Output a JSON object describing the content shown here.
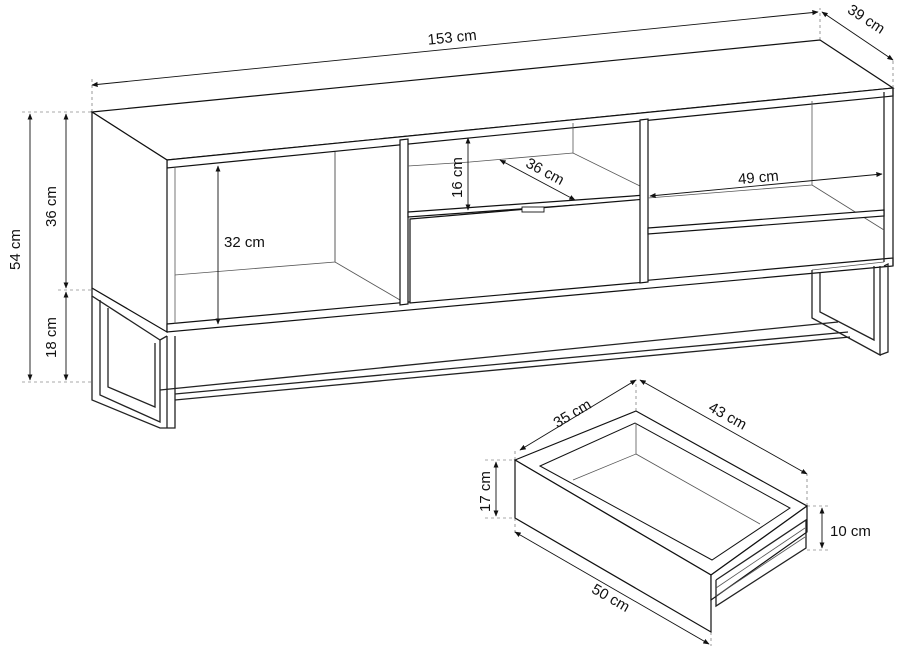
{
  "dimensions": {
    "width": "153 cm",
    "depth": "39 cm",
    "total_height": "54 cm",
    "body_height": "36 cm",
    "leg_height": "18 cm",
    "left_shelf_height": "32 cm",
    "middle_niche_height": "16 cm",
    "middle_niche_depth": "36 cm",
    "right_shelf_width": "49 cm"
  },
  "drawer": {
    "depth": "35 cm",
    "width": "43 cm",
    "front_height": "17 cm",
    "side_height": "10 cm",
    "front_width": "50 cm"
  }
}
